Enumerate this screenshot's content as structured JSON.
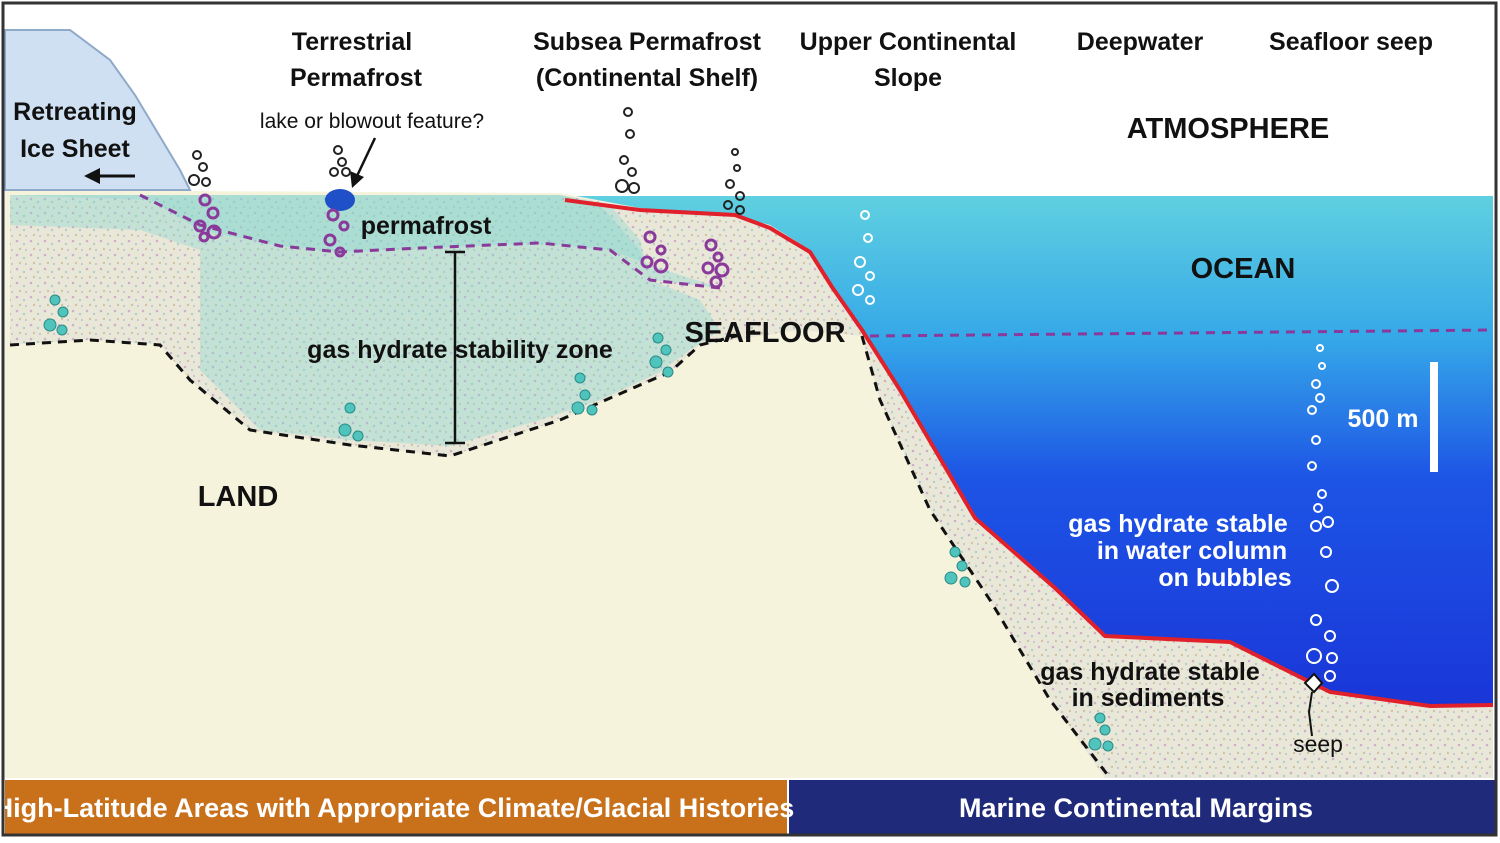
{
  "headers": {
    "terrestrial_1": "Terrestrial",
    "terrestrial_2": "Permafrost",
    "subsea_1": "Subsea Permafrost",
    "subsea_2": "(Continental Shelf)",
    "slope_1": "Upper Continental",
    "slope_2": "Slope",
    "deepwater": "Deepwater",
    "seep_header": "Seafloor seep"
  },
  "labels": {
    "ice_1": "Retreating",
    "ice_2": "Ice Sheet",
    "lake": "lake or blowout feature?",
    "atmosphere": "ATMOSPHERE",
    "ocean": "OCEAN",
    "permafrost": "permafrost",
    "ghsz": "gas hydrate stability zone",
    "seafloor": "SEAFLOOR",
    "land": "LAND",
    "scale": "500 m",
    "water_1": "gas hydrate stable",
    "water_2": "in water column",
    "water_3": "on bubbles",
    "sed_1": "gas hydrate stable",
    "sed_2": "in sediments",
    "seep": "seep"
  },
  "footer": {
    "left": "High-Latitude Areas with Appropriate Climate/Glacial Histories",
    "right": "Marine Continental Margins"
  },
  "colors": {
    "ocean_top": "#5ccfe0",
    "ocean_deep": "#1a3fe0",
    "seafloor_line": "#e0202a",
    "land": "#f6f3dc",
    "hydrate_zone": "#7fd6d2",
    "dashed_purple": "#8a3a9a",
    "footer_left": "#c8701a",
    "footer_right": "#1f2a7a"
  }
}
